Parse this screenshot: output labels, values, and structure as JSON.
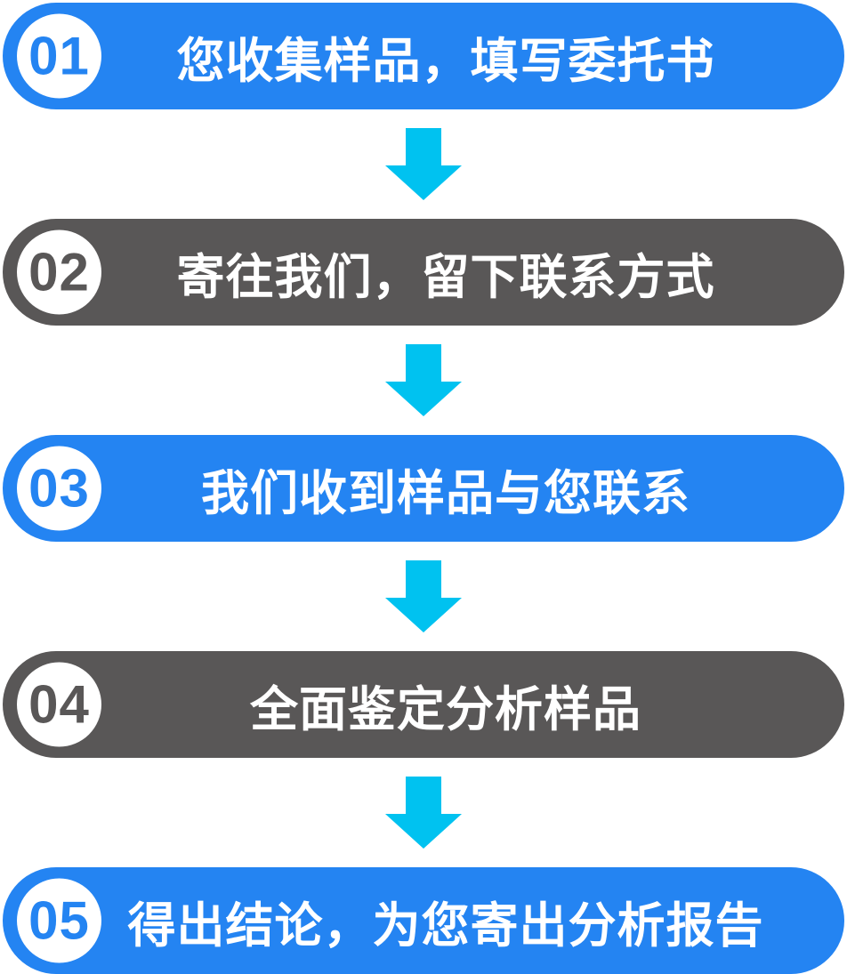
{
  "title": "service-process-flow",
  "colors": {
    "blue": "#2484F2",
    "gray": "#595757",
    "cyan": "#00C2F0",
    "circle-bg": "#FFFFFF",
    "text": "#FFFFFF"
  },
  "steps": [
    {
      "number": "01",
      "label": "您收集样品，填写委托书",
      "variant": "blue"
    },
    {
      "number": "02",
      "label": "寄往我们，留下联系方式",
      "variant": "gray"
    },
    {
      "number": "03",
      "label": "我们收到样品与您联系",
      "variant": "blue"
    },
    {
      "number": "04",
      "label": "全面鉴定分析样品",
      "variant": "gray"
    },
    {
      "number": "05",
      "label": "得出结论，为您寄出分析报告",
      "variant": "blue"
    }
  ],
  "arrow": {
    "icon": "down-arrow-icon",
    "count": 4
  }
}
